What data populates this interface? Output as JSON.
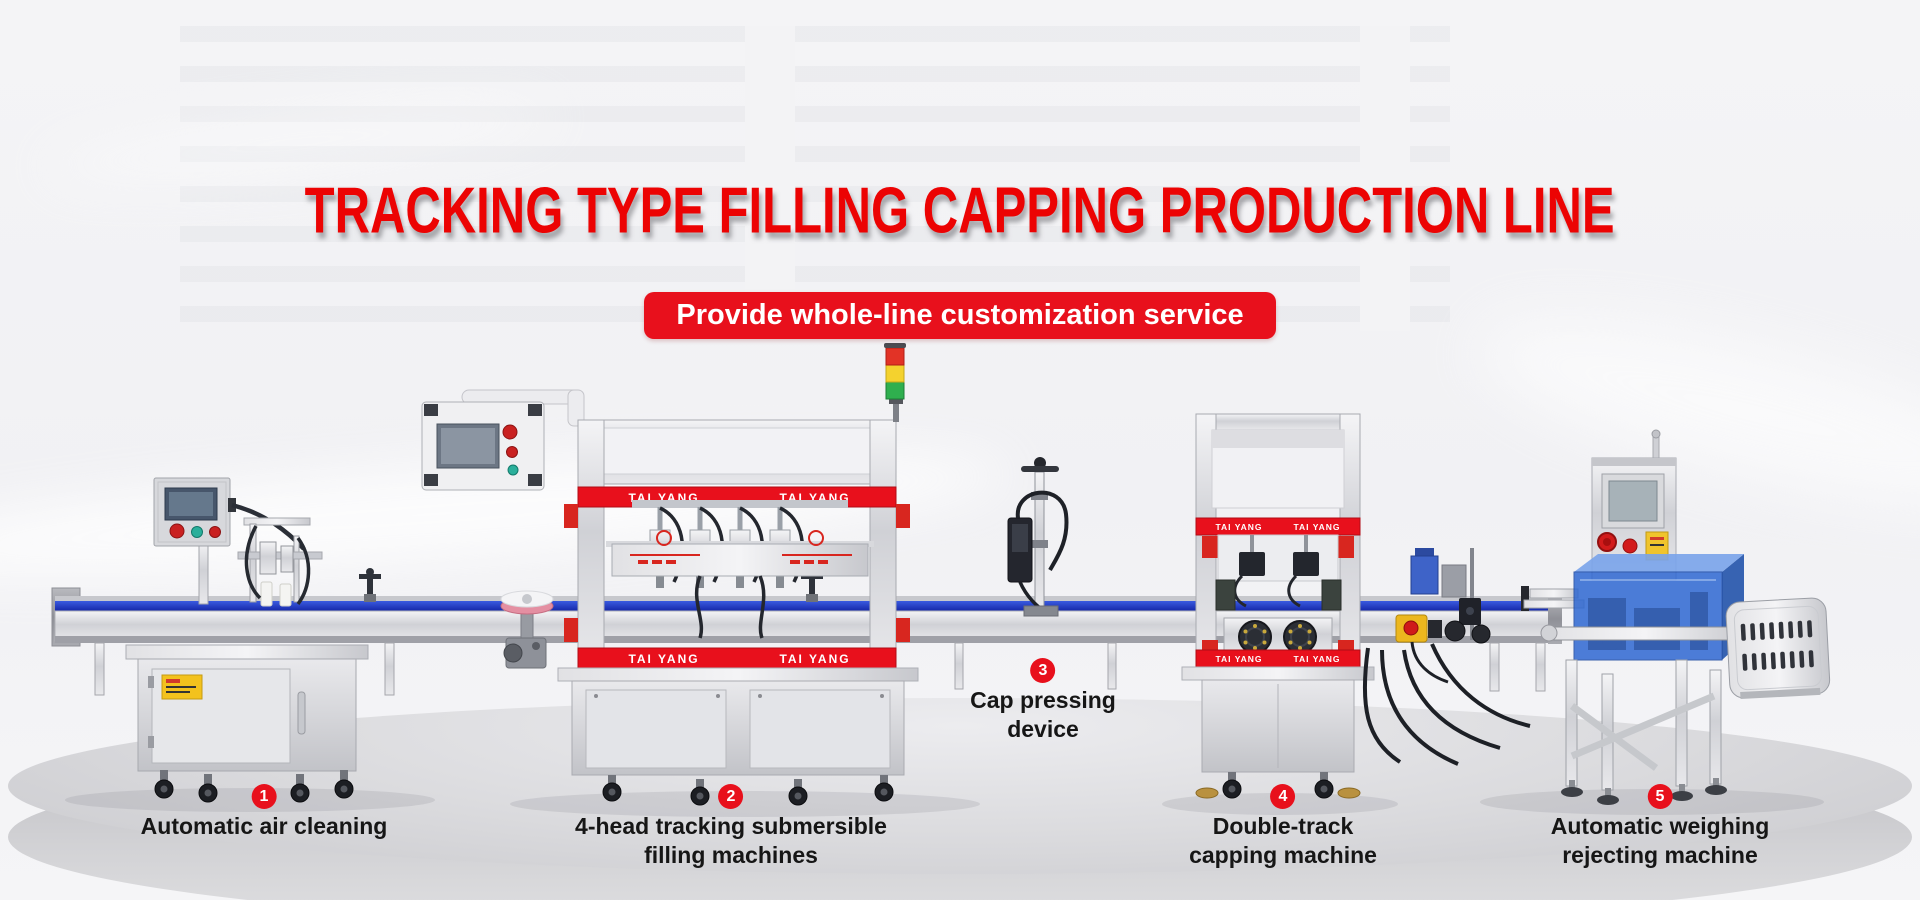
{
  "title": "TRACKING TYPE FILLING CAPPING PRODUCTION LINE",
  "banner": {
    "text": "Provide whole-line customization service"
  },
  "brand": {
    "name": "TAI YANG"
  },
  "machines": [
    {
      "number": "1",
      "line1": "Automatic air cleaning",
      "line2": ""
    },
    {
      "number": "2",
      "line1": "4-head tracking submersible",
      "line2": "filling machines"
    },
    {
      "number": "3",
      "line1": "Cap pressing",
      "line2": "device"
    },
    {
      "number": "4",
      "line1": "Double-track",
      "line2": "capping machine"
    },
    {
      "number": "5",
      "line1": "Automatic weighing",
      "line2": "rejecting machine"
    }
  ],
  "colors": {
    "accent_red": "#e8101c",
    "title_red": "#ec0303",
    "conveyor_blue": "#2140d0"
  }
}
